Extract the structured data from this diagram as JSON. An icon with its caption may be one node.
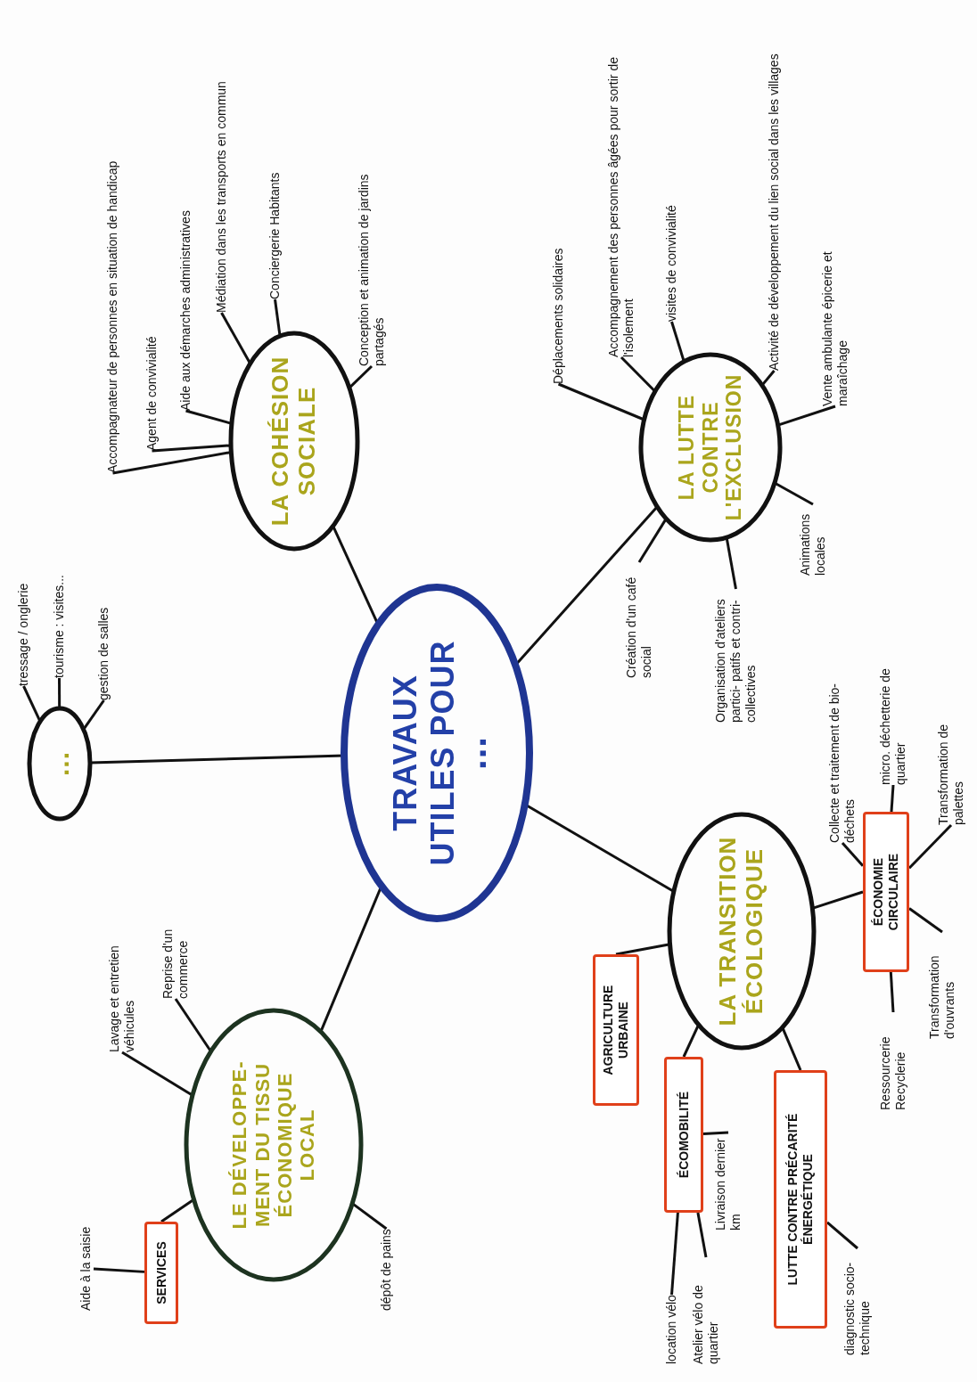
{
  "diagram": {
    "nodes": [
      {
        "text": [
          "TRAVAUX UTILES POUR",
          "..."
        ]
      },
      {
        "text": [
          "..."
        ]
      },
      {
        "text": [
          "LA COHÉSION SOCIALE"
        ]
      },
      {
        "text": [
          "LA LUTTE CONTRE L'EXCLUSION"
        ]
      },
      {
        "text": [
          "LA TRANSITION ÉCOLOGIQUE"
        ]
      },
      {
        "text": [
          "LE DÉVELOPPE- MENT DU TISSU ÉCONOMIQUE LOCAL"
        ]
      },
      {
        "text": [
          "tressage / onglerie"
        ]
      },
      {
        "text": [
          "tourisme : visites..."
        ]
      },
      {
        "text": [
          "gestion de salles"
        ]
      },
      {
        "text": [
          "Accompagnateur de personnes en situation de handicap"
        ]
      },
      {
        "text": [
          "Agent de convivialité"
        ]
      },
      {
        "text": [
          "Aide aux démarches administratives"
        ]
      },
      {
        "text": [
          "Médiation dans les transports en commun"
        ]
      },
      {
        "text": [
          "Conciergerie Habitants"
        ]
      },
      {
        "text": [
          "Conception et animation de jardins partagés"
        ]
      },
      {
        "text": [
          "Déplacements solidaires"
        ]
      },
      {
        "text": [
          "Accompagnement des personnes âgées pour sortir de l'isolement"
        ]
      },
      {
        "text": [
          "visites de convivialité"
        ]
      },
      {
        "text": [
          "Activité de développement du lien social dans les villages"
        ]
      },
      {
        "text": [
          "Vente ambulante épicerie et maraîchage"
        ]
      },
      {
        "text": [
          "Animations locales"
        ]
      },
      {
        "text": [
          "Organisation d'ateliers partici- patifs et contri- collectives"
        ]
      },
      {
        "text": [
          "Création d'un café social"
        ]
      },
      {
        "text": [
          "ÉCONOMIE CIRCULAIRE"
        ]
      },
      {
        "text": [
          "Collecte et traitement de bio-déchets"
        ]
      },
      {
        "text": [
          "micro. déchetterie de quartier"
        ]
      },
      {
        "text": [
          "Transformation de palettes"
        ]
      },
      {
        "text": [
          "Transformation d'ouvrants"
        ]
      },
      {
        "text": [
          "Ressourcerie Recyclerie"
        ]
      },
      {
        "text": [
          "AGRICULTURE URBAINE"
        ]
      },
      {
        "text": [
          "ÉCOMOBILITÉ"
        ]
      },
      {
        "text": [
          "location vélo"
        ]
      },
      {
        "text": [
          "Atelier vélo de quartier"
        ]
      },
      {
        "text": [
          "Livraison dernier km"
        ]
      },
      {
        "text": [
          "LUTTE CONTRE PRÉCARITÉ ÉNERGÉTIQUE"
        ]
      },
      {
        "text": [
          "diagnostic socio-technique"
        ]
      },
      {
        "text": [
          "Lavage et entretien véhicules"
        ]
      },
      {
        "text": [
          "Reprise d'un commerce"
        ]
      },
      {
        "text": [
          "SERVICES"
        ]
      },
      {
        "text": [
          "Aide à la saisie"
        ]
      },
      {
        "text": [
          "dépôt de pains"
        ]
      }
    ],
    "edges": [
      {
        "from": 0,
        "to": 1,
        "arrow": "none"
      },
      {
        "from": 0,
        "to": 2,
        "arrow": "none"
      },
      {
        "from": 0,
        "to": 3,
        "arrow": "none"
      },
      {
        "from": 0,
        "to": 4,
        "arrow": "none"
      },
      {
        "from": 0,
        "to": 5,
        "arrow": "none"
      },
      {
        "from": 1,
        "to": 6,
        "arrow": "none"
      },
      {
        "from": 1,
        "to": 7,
        "arrow": "none"
      },
      {
        "from": 1,
        "to": 8,
        "arrow": "none"
      },
      {
        "from": 2,
        "to": 9,
        "arrow": "none"
      },
      {
        "from": 2,
        "to": 10,
        "arrow": "none"
      },
      {
        "from": 2,
        "to": 11,
        "arrow": "none"
      },
      {
        "from": 2,
        "to": 12,
        "arrow": "none"
      },
      {
        "from": 2,
        "to": 13,
        "arrow": "none"
      },
      {
        "from": 2,
        "to": 14,
        "arrow": "none"
      },
      {
        "from": 3,
        "to": 15,
        "arrow": "none"
      },
      {
        "from": 3,
        "to": 16,
        "arrow": "none"
      },
      {
        "from": 3,
        "to": 17,
        "arrow": "none"
      },
      {
        "from": 3,
        "to": 18,
        "arrow": "none"
      },
      {
        "from": 3,
        "to": 19,
        "arrow": "none"
      },
      {
        "from": 3,
        "to": 20,
        "arrow": "none"
      },
      {
        "from": 3,
        "to": 21,
        "arrow": "none"
      },
      {
        "from": 3,
        "to": 22,
        "arrow": "none"
      },
      {
        "from": 4,
        "to": 23,
        "arrow": "none"
      },
      {
        "from": 23,
        "to": 24,
        "arrow": "none"
      },
      {
        "from": 23,
        "to": 25,
        "arrow": "none"
      },
      {
        "from": 23,
        "to": 26,
        "arrow": "none"
      },
      {
        "from": 23,
        "to": 27,
        "arrow": "none"
      },
      {
        "from": 23,
        "to": 28,
        "arrow": "none"
      },
      {
        "from": 4,
        "to": 29,
        "arrow": "none"
      },
      {
        "from": 4,
        "to": 30,
        "arrow": "none"
      },
      {
        "from": 30,
        "to": 31,
        "arrow": "none"
      },
      {
        "from": 30,
        "to": 32,
        "arrow": "none"
      },
      {
        "from": 30,
        "to": 33,
        "arrow": "none"
      },
      {
        "from": 4,
        "to": 34,
        "arrow": "none"
      },
      {
        "from": 34,
        "to": 35,
        "arrow": "none"
      },
      {
        "from": 5,
        "to": 36,
        "arrow": "none"
      },
      {
        "from": 5,
        "to": 37,
        "arrow": "none"
      },
      {
        "from": 5,
        "to": 38,
        "arrow": "none"
      },
      {
        "from": 38,
        "to": 39,
        "arrow": "none"
      },
      {
        "from": 5,
        "to": 40,
        "arrow": "none"
      }
    ]
  }
}
